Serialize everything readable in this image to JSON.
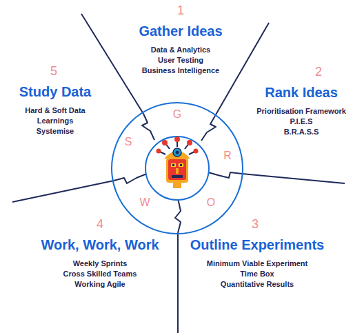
{
  "diagram": {
    "labels": [
      "1",
      "Gather Ideas",
      "Data & Analytics",
      "User Testing",
      "Business Intelligence",
      "2",
      "Rank Ideas",
      "Prioritisation Framework",
      "P.I.E.S",
      "B.R.A.S.S",
      "3",
      "Outline Experiments",
      "Minimum Viable Experiment",
      "Time Box",
      "Quantitative Results",
      "4",
      "Work, Work, Work",
      "Weekly Sprints",
      "Cross Skilled Teams",
      "Working Agile",
      "5",
      "Study Data",
      "Hard & Soft Data",
      "Learnings",
      "Systemise",
      "G",
      "R",
      "O",
      "W",
      "S"
    ]
  }
}
